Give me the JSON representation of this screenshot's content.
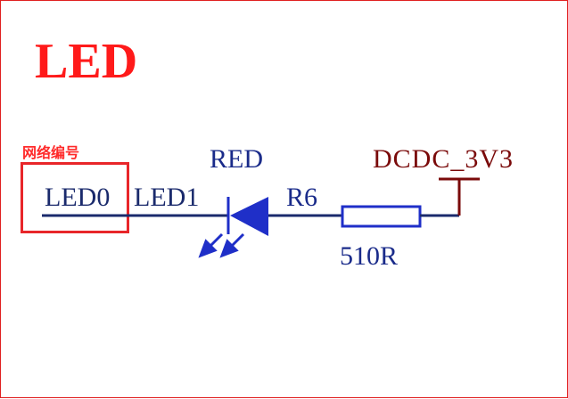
{
  "title": "LED",
  "annotation": "网络编号",
  "nets": {
    "input_net": "LED0",
    "led_net": "LED1"
  },
  "led": {
    "value": "RED"
  },
  "resistor": {
    "designator": "R6",
    "value": "510R"
  },
  "power": {
    "label": "DCDC_3V3"
  },
  "colors": {
    "title": "#ff1a1a",
    "annotation": "#ff2a2a",
    "highlight_box": "#e8262a",
    "wire": "#1a2a6c",
    "component": "#1f2fc8",
    "component_text": "#1a2b8a",
    "power": "#7a0a0a",
    "border": "#e02020"
  }
}
